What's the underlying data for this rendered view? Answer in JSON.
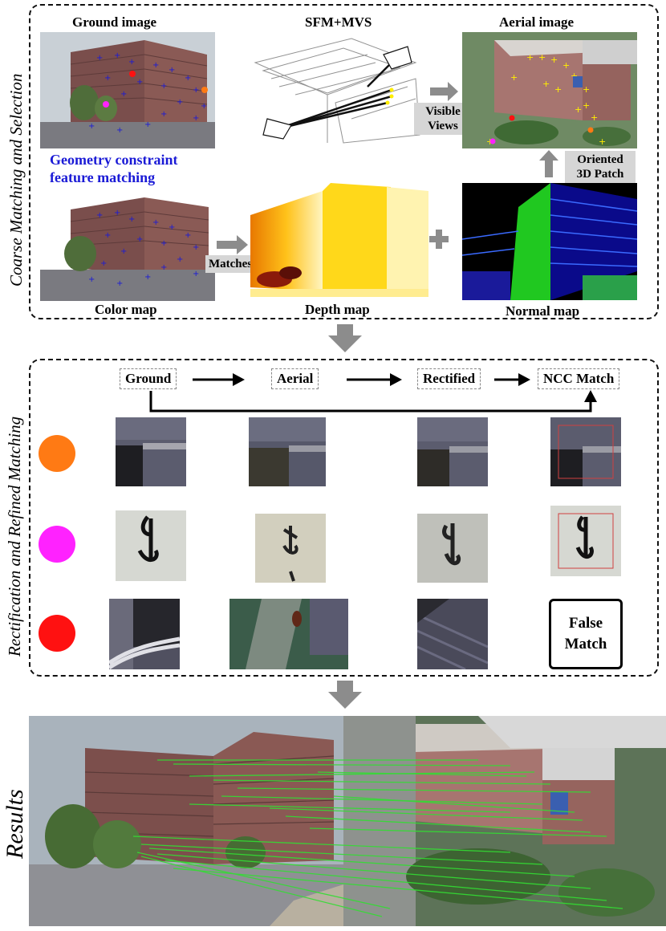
{
  "section1": {
    "vertical_label": "Coarse Matching and Selection",
    "ground_image_title": "Ground image",
    "sfm_title": "SFM+MVS",
    "aerial_image_title": "Aerial image",
    "blue_caption": [
      "Geometry constraint",
      "feature matching"
    ],
    "visible_views": [
      "Visible",
      "Views"
    ],
    "oriented_patch": [
      "Oriented",
      "3D Patch"
    ],
    "matches": "Matches",
    "plus": "+",
    "color_map": "Color map",
    "depth_map": "Depth map",
    "normal_map": "Normal map"
  },
  "section2": {
    "vertical_label": "Rectification and Refined Matching",
    "steps": [
      "Ground",
      "Aerial",
      "Rectified",
      "NCC Match"
    ],
    "rows": [
      {
        "color": "#ff7a14"
      },
      {
        "color": "#ff22ff"
      },
      {
        "color": "#ff1111"
      }
    ],
    "false_match": [
      "False",
      "Match"
    ]
  },
  "section3": {
    "vertical_label": "Results"
  },
  "colors": {
    "match_blue": "#1a1ad6",
    "arrow_gray": "#8c8c8c",
    "match_line_green": "#33dd33",
    "feature_yellow": "#ffee00"
  }
}
